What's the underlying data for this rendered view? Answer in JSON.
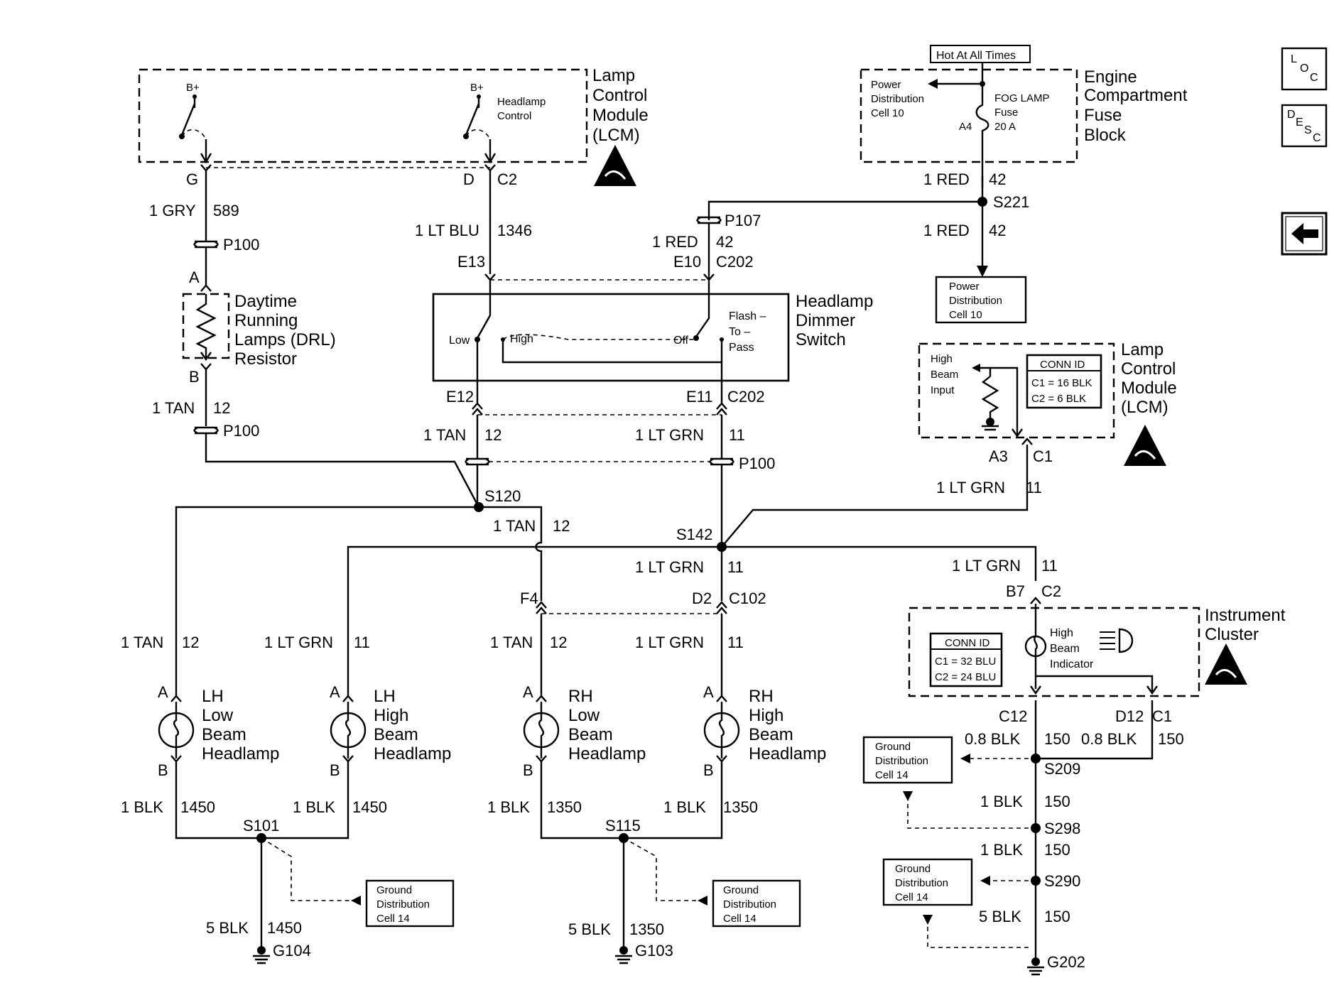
{
  "nav": {
    "loc": "L O C",
    "loc_l": "L",
    "loc_o": "O",
    "loc_c": "C",
    "desc_d": "D",
    "desc_e": "E",
    "desc_s": "S",
    "desc_c": "C"
  },
  "fuse_block": {
    "hot_label": "Hot At All Times",
    "title_1": "Engine",
    "title_2": "Compartment",
    "title_3": "Fuse",
    "title_4": "Block",
    "pdc_1": "Power",
    "pdc_2": "Distribution",
    "pdc_3": "Cell 10",
    "fuse_1": "FOG LAMP",
    "fuse_2": "Fuse",
    "fuse_3": "20 A",
    "pin": "A4"
  },
  "lcm_top": {
    "title_1": "Lamp",
    "title_2": "Control",
    "title_3": "Module",
    "title_4": "(LCM)",
    "bplus": "B+",
    "headlamp_control_1": "Headlamp",
    "headlamp_control_2": "Control",
    "pin_g": "G",
    "pin_d": "D",
    "conn": "C2"
  },
  "wires": {
    "gry_589_size": "1 GRY",
    "gry_589_num": "589",
    "p100": "P100",
    "tan_size": "1 TAN",
    "tan_num": "12",
    "ltblu_size": "1 LT BLU",
    "ltblu_num": "1346",
    "red_size": "1 RED",
    "red_num": "42",
    "ltgrn_size": "1 LT GRN",
    "ltgrn_num": "11",
    "p107": "P107",
    "s221": "S221",
    "s120": "S120",
    "s142": "S142"
  },
  "drl": {
    "pin_a": "A",
    "pin_b": "B",
    "title_1": "Daytime",
    "title_2": "Running",
    "title_3": "Lamps (DRL)",
    "title_4": "Resistor"
  },
  "dimmer": {
    "e13": "E13",
    "e10": "E10",
    "c202": "C202",
    "e12": "E12",
    "e11": "E11",
    "low": "Low",
    "high": "High",
    "off": "Off",
    "ftp_1": "Flash –",
    "ftp_2": "To –",
    "ftp_3": "Pass",
    "title_1": "Headlamp",
    "title_2": "Dimmer",
    "title_3": "Switch"
  },
  "pdc10_box": {
    "line_1": "Power",
    "line_2": "Distribution",
    "line_3": "Cell 10"
  },
  "lcm_right": {
    "input_1": "High",
    "input_2": "Beam",
    "input_3": "Input",
    "conn_id": "CONN ID",
    "c1": "C1 = 16 BLK",
    "c2": "C2 = 6 BLK",
    "title_1": "Lamp",
    "title_2": "Control",
    "title_3": "Module",
    "title_4": "(LCM)",
    "pin": "A3",
    "conn": "C1"
  },
  "c102": {
    "f4": "F4",
    "d2": "D2",
    "conn": "C102"
  },
  "lamps": {
    "lh": "LH",
    "rh": "RH",
    "low": "Low",
    "high": "High",
    "beam": "Beam",
    "headlamp": "Headlamp",
    "pin_a": "A",
    "pin_b": "B"
  },
  "cluster": {
    "b7": "B7",
    "c2": "C2",
    "conn_id": "CONN ID",
    "c1_id": "C1 = 32 BLU",
    "c2_id": "C2 = 24 BLU",
    "ind_1": "High",
    "ind_2": "Beam",
    "ind_3": "Indicator",
    "title_1": "Instrument",
    "title_2": "Cluster",
    "c12": "C12",
    "d12": "D12",
    "c1": "C1"
  },
  "ground": {
    "blk_1450_size": "1 BLK",
    "blk_1450_num": "1450",
    "blk_1350_size": "1 BLK",
    "blk_1350_num": "1350",
    "blk5_1450_size": "5 BLK",
    "blk5_1350_size": "5 BLK",
    "blk08_size": "0.8 BLK",
    "num_150": "150",
    "blk1_size": "1 BLK",
    "blk5_size": "5 BLK",
    "s101": "S101",
    "s115": "S115",
    "s209": "S209",
    "s298": "S298",
    "s290": "S290",
    "g104": "G104",
    "g103": "G103",
    "g202": "G202",
    "gdc_1": "Ground",
    "gdc_2": "Distribution",
    "gdc_3": "Cell 14"
  }
}
